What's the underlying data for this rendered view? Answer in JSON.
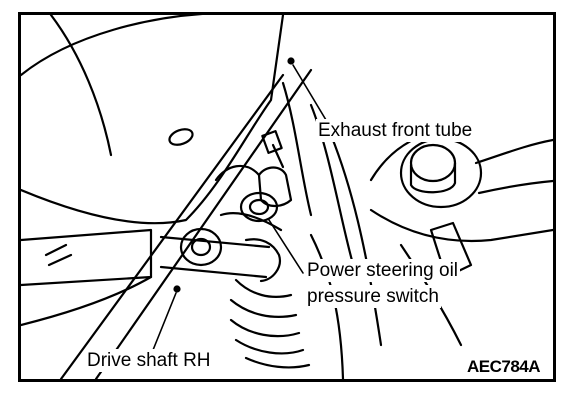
{
  "figure": {
    "labels": {
      "exhaust_front_tube": "Exhaust front tube",
      "power_steering_line1": "Power steering oil",
      "power_steering_line2": "pressure switch",
      "drive_shaft": "Drive shaft RH"
    },
    "figure_code": "AEC784A"
  }
}
